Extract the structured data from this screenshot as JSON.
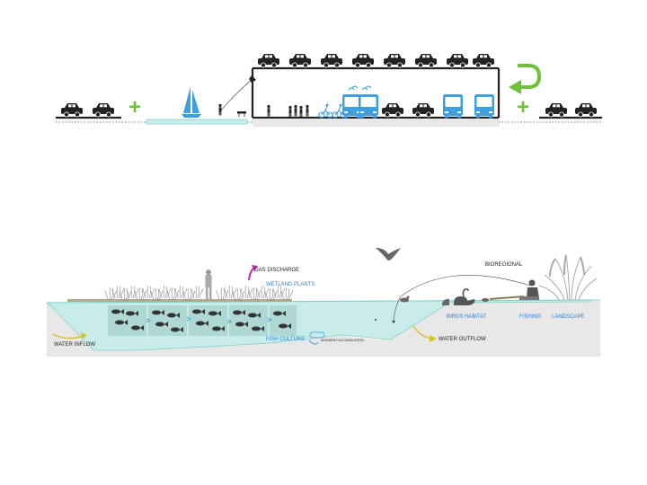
{
  "top_section": {
    "road_marks": [
      "+",
      "+"
    ]
  },
  "bottom_section": {
    "labels": {
      "gas_discharge": "GAS DISCHARGE",
      "wetland_plants": "WETLAND PLANTS",
      "bioregional": "BIOREGIONAL",
      "water_inflow": "WATER INFLOW",
      "fish_culture": "FISH CULTURE",
      "sediment": "SEDIMENT ACCUMULATION",
      "water_outflow": "WATER OUTFLOW",
      "birds_habitat": "BIRDS HABITAT",
      "fishing": "FISHING",
      "landscape": "LANDSCAPE"
    }
  },
  "colors": {
    "water": "#c7ece9",
    "water_edge": "#7fcfcb",
    "blue_accent": "#3b9fe0",
    "label_blue": "#2f7fd0",
    "magenta": "#c02ca8",
    "green": "#6fbf3a",
    "arrow_yellow": "#d9c12a",
    "ground": "#e8e8e8",
    "dark": "#222222"
  }
}
